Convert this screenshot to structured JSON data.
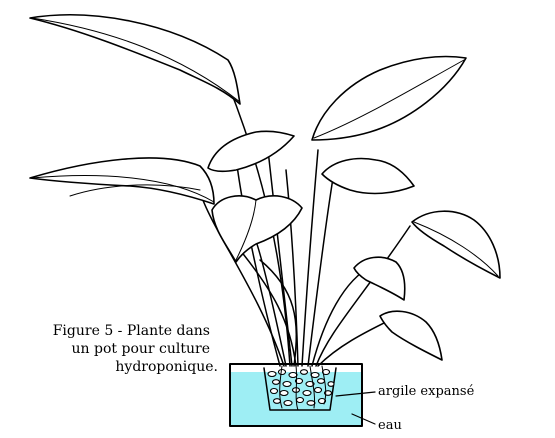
{
  "caption": {
    "line1": "Figure 5 - Plante dans",
    "line2": "un pot pour culture",
    "line3": "hydroponique."
  },
  "labels": {
    "clay": "argile expansé",
    "water": "eau"
  },
  "colors": {
    "water": "#9eeef4",
    "ink": "#000000",
    "background": "#ffffff"
  }
}
